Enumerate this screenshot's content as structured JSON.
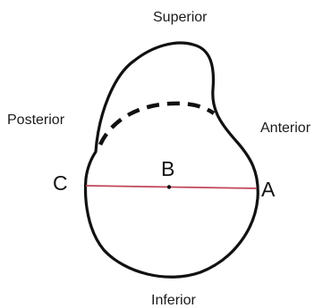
{
  "labels": {
    "superior": "Superior",
    "inferior": "Inferior",
    "posterior": "Posterior",
    "anterior": "Anterior"
  },
  "points": {
    "a": "A",
    "b": "B",
    "c": "C"
  },
  "colors": {
    "outline": "#111111",
    "measurement_line": "#c0465a",
    "text": "#1a1a1a",
    "background": "#ffffff"
  }
}
